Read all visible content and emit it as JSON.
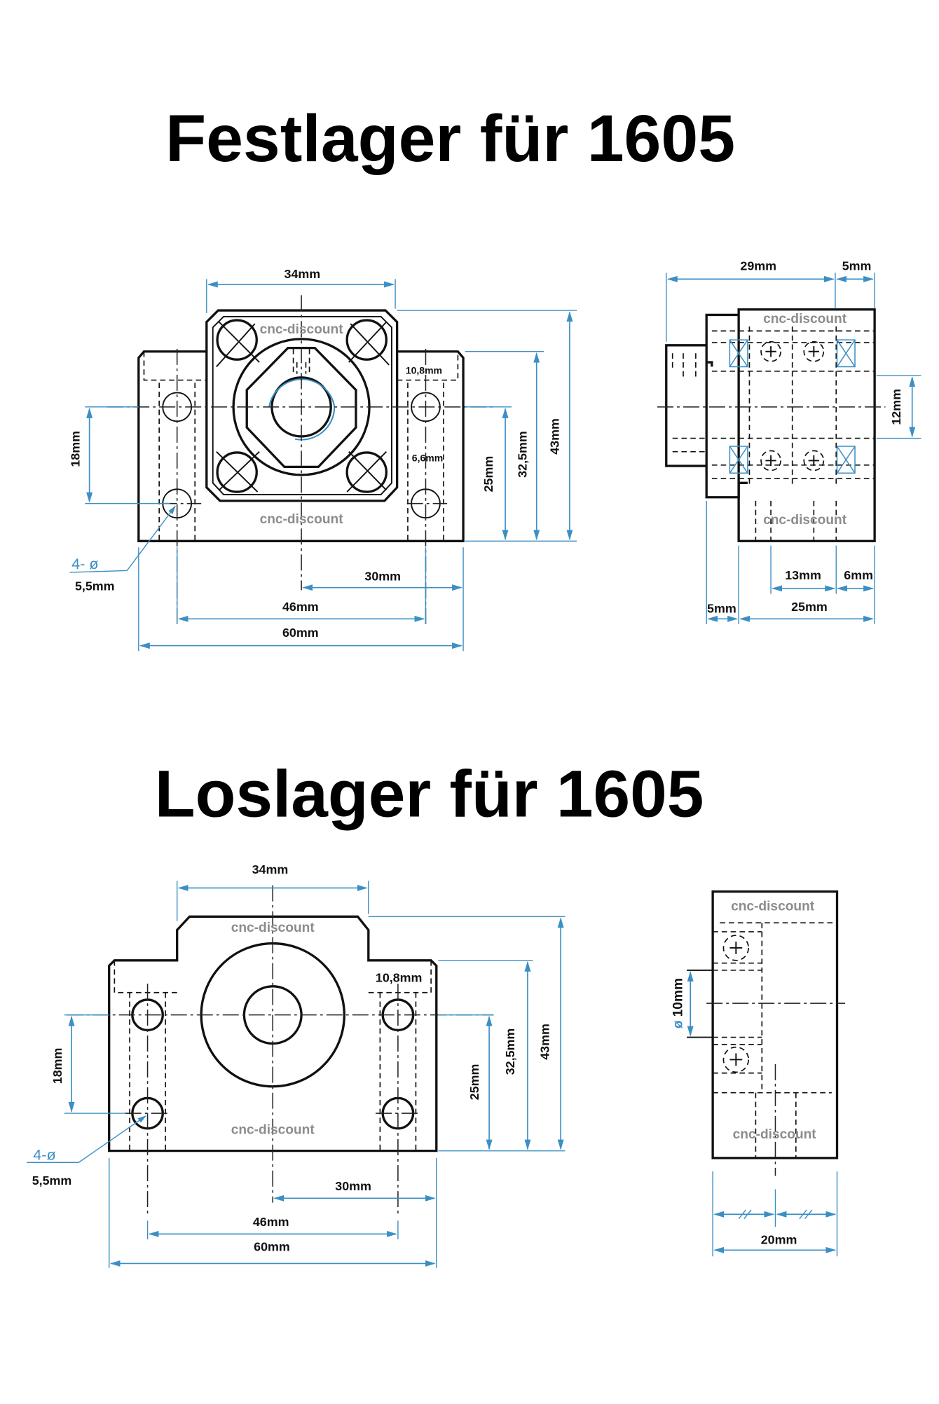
{
  "colors": {
    "dimension": "#3b8fc4",
    "watermark": "#8c8c8c",
    "line": "#111111"
  },
  "festlager": {
    "title": "Festlager für 1605",
    "front": {
      "watermark_top": "cnc-discount",
      "watermark_bottom": "cnc-discount",
      "dim_34": "34mm",
      "dim_43": "43mm",
      "dim_32_5": "32,5mm",
      "dim_25": "25mm",
      "dim_18": "18mm",
      "dim_10_8": "10,8mm",
      "dim_6_6": "6,6mm",
      "hole_count": "4- ø",
      "hole_dia": "5,5mm",
      "dim_30": "30mm",
      "dim_46": "46mm",
      "dim_60": "60mm"
    },
    "side": {
      "watermark_top": "cnc-discount",
      "watermark_bottom": "cnc-discount",
      "dim_29": "29mm",
      "dim_5_top": "5mm",
      "dim_12": "12mm",
      "dim_13": "13mm",
      "dim_6": "6mm",
      "dim_5_bottom": "5mm",
      "dim_25": "25mm"
    }
  },
  "loslager": {
    "title": "Loslager für 1605",
    "front": {
      "watermark_top": "cnc-discount",
      "watermark_bottom": "cnc-discount",
      "dim_34": "34mm",
      "dim_10_8": "10,8mm",
      "dim_43": "43mm",
      "dim_32_5": "32,5mm",
      "dim_25": "25mm",
      "dim_18": "18mm",
      "hole_count": "4-ø",
      "hole_dia": "5,5mm",
      "dim_30": "30mm",
      "dim_46": "46mm",
      "dim_60": "60mm"
    },
    "side": {
      "watermark_top": "cnc-discount",
      "watermark_bottom": "cnc-discount",
      "dia_symbol": "ø",
      "dim_10": "10mm",
      "dim_20": "20mm"
    }
  }
}
